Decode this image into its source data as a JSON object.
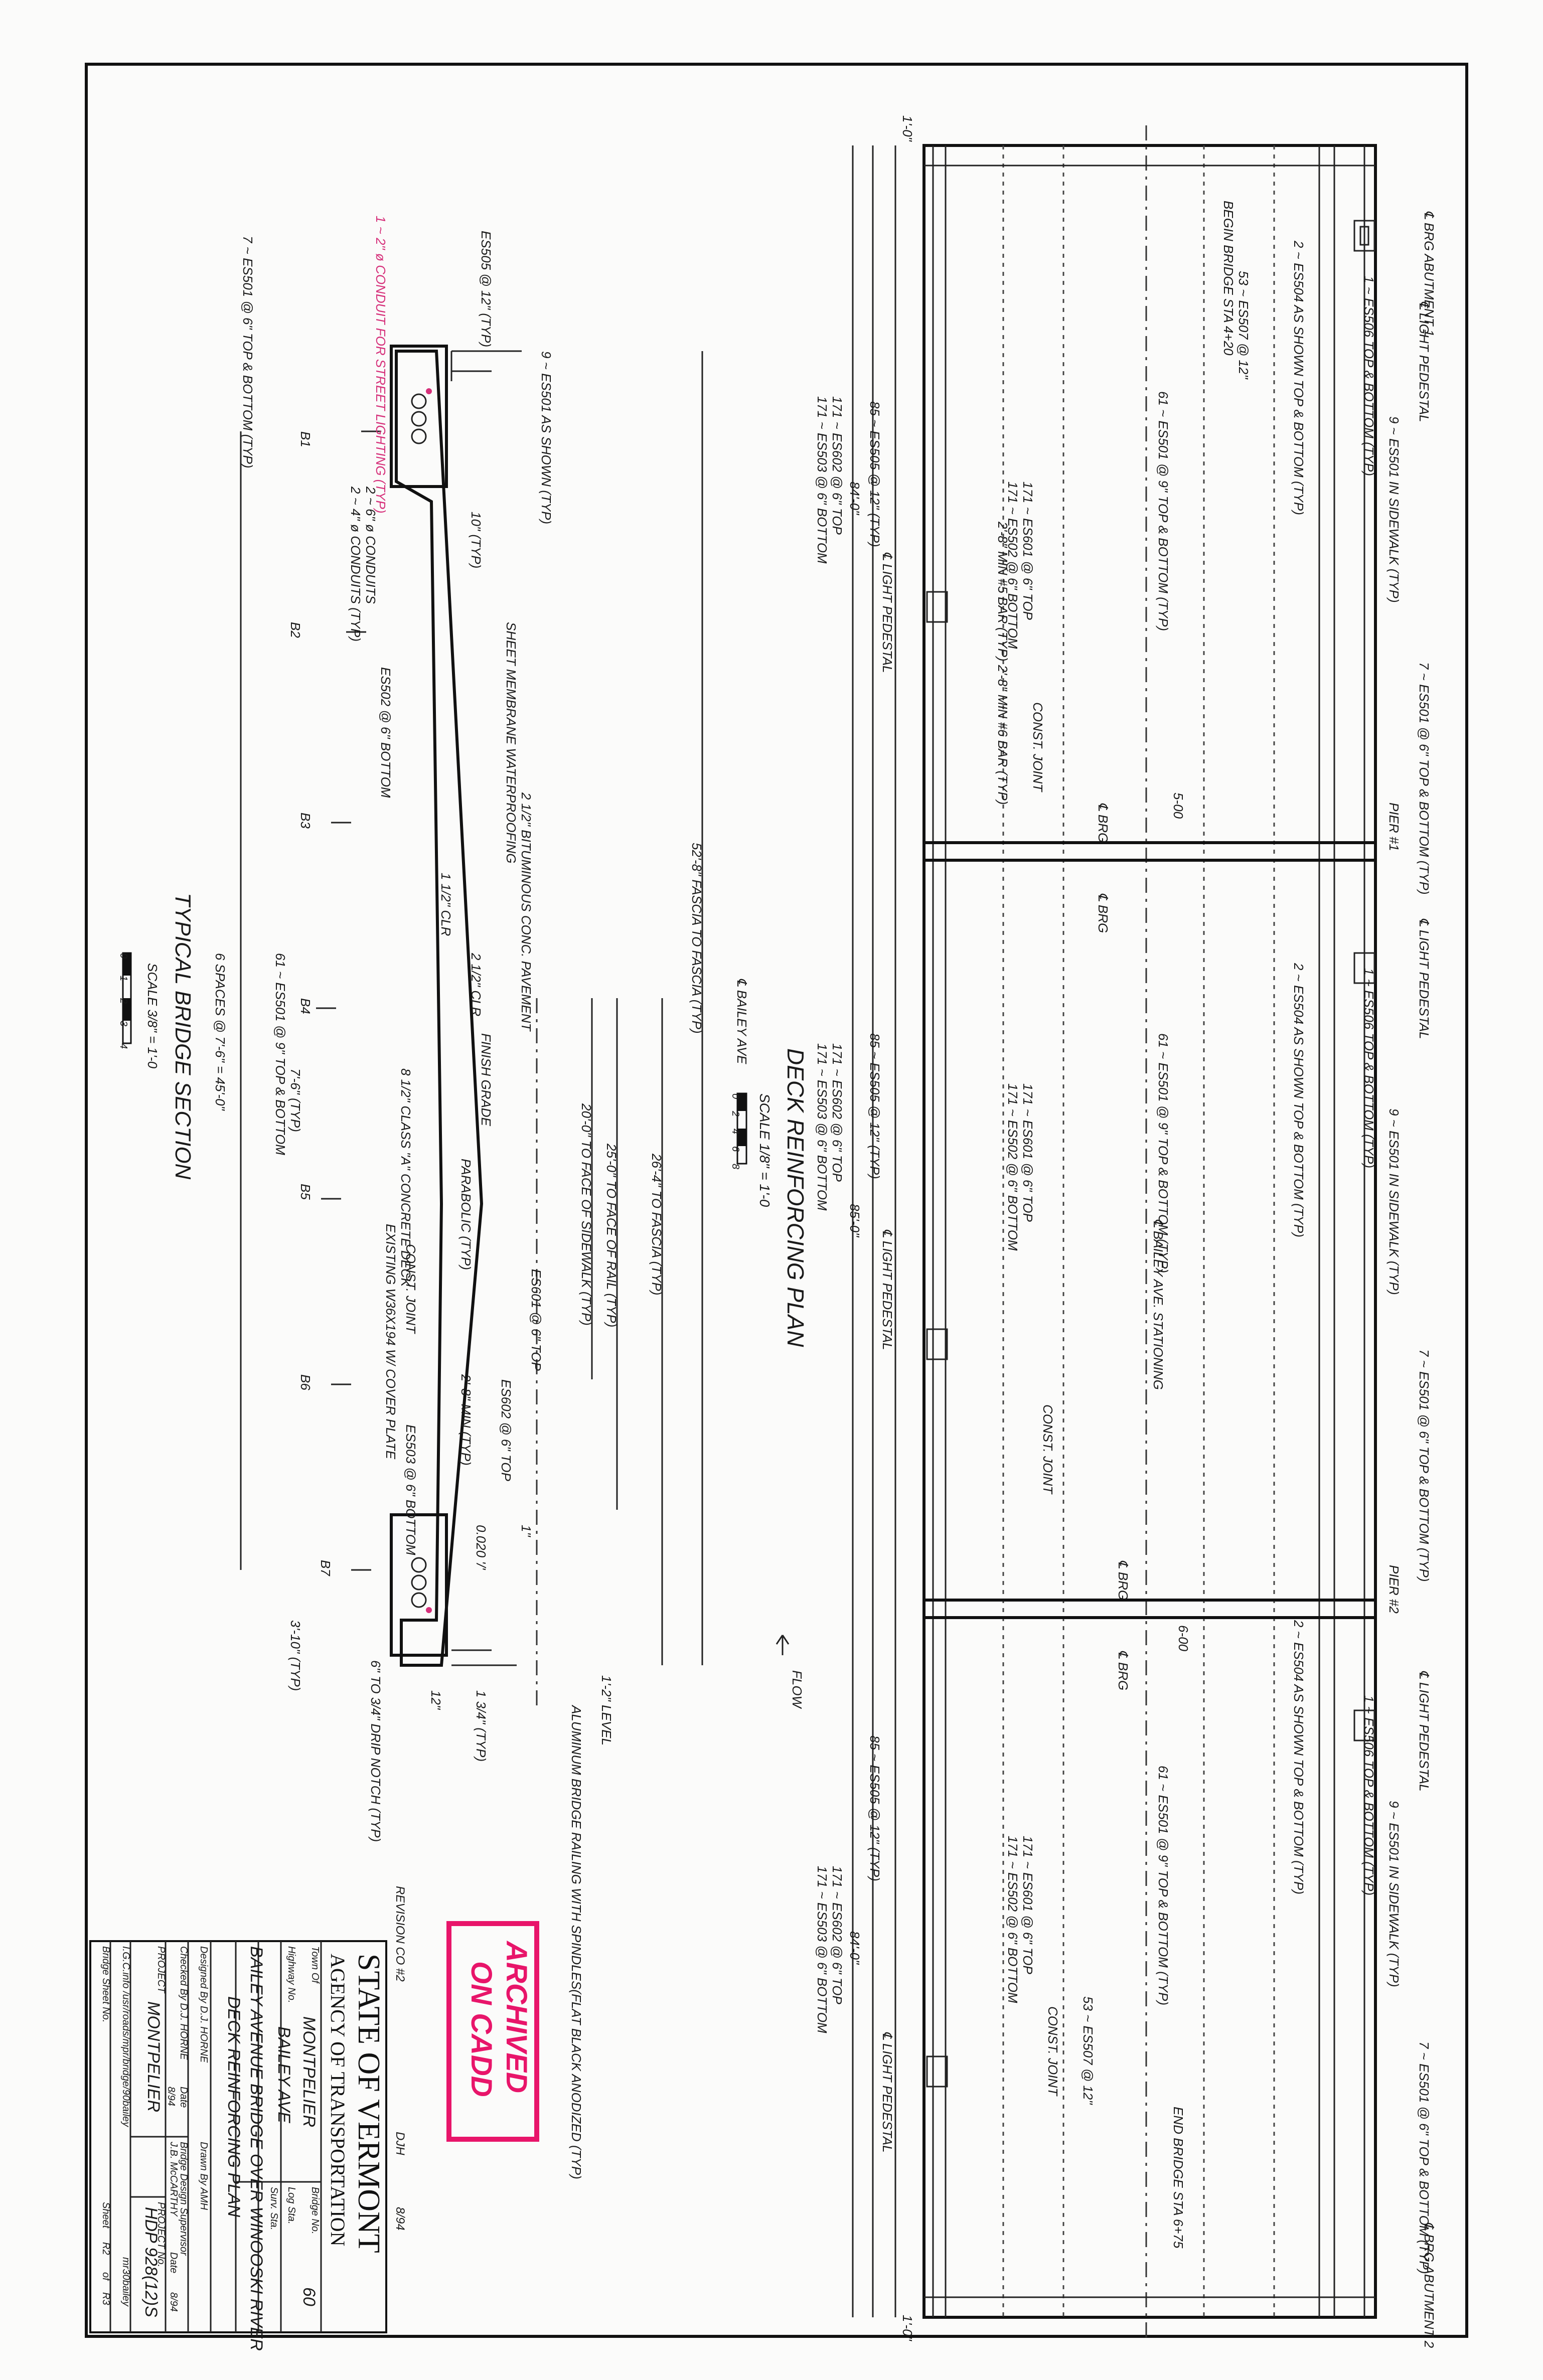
{
  "revision": {
    "label": "REVISION CO #2",
    "initials": "DJH",
    "date": "8/94"
  },
  "stamp": {
    "line1": "ARCHIVED",
    "line2": "ON CADD"
  },
  "title_block": {
    "agency_line1": "STATE OF VERMONT",
    "agency_line2": "AGENCY OF TRANSPORTATION",
    "town_label": "Town Of",
    "town_value": "MONTPELIER",
    "bridge_no_label": "Bridge No.",
    "bridge_no_value": "60",
    "highway_label": "Highway No.",
    "highway_value": "BAILEY AVE",
    "log_sta_label": "Log Sta.",
    "surv_sta_label": "Surv. Sta.",
    "project_title": "BAILEY AVENUE BRIDGE OVER WINOOSKI RIVER",
    "sheet_title": "DECK REINFORCING PLAN",
    "designed_by": "Designed By  D.J. HORNE",
    "drawn_by": "Drawn By  AMH",
    "checked_by": "Checked By  D.J. HORNE",
    "checked_date_label": "Date",
    "checked_date": "8/94",
    "supervisor_label": "Bridge Design Supervisor",
    "supervisor_name": "J.B. McCARTHY",
    "supervisor_date_label": "Date",
    "supervisor_date": "8/94",
    "project_label": "PROJECT",
    "project_name": "MONTPELIER",
    "project_no_label": "PROJECT No.",
    "project_no": "HDP 928(12)S",
    "file_ref": "I.G.C.info /usr/roads/mpr/bridge/90bailey",
    "file_tag": "mr30bailey",
    "bridge_sheet_label": "Bridge Sheet No.",
    "sheet_label": "Sheet",
    "sheet_no": "R2",
    "sheet_of_label": "of",
    "sheet_total": "R3"
  },
  "plan": {
    "title": "DECK REINFORCING PLAN",
    "scale": "SCALE 1/8\" = 1'-0",
    "scale_ticks": [
      "0",
      "2",
      "4",
      "6",
      "8"
    ],
    "flow": "FLOW",
    "baseline": "℄ BAILEY AVE. STATIONING",
    "labels": {
      "brg_abut1": "℄ BRG ABUTMENT 1",
      "brg_abut2": "℄ BRG ABUTMENT 2",
      "begin_bridge": "BEGIN BRIDGE STA 4+20",
      "end_bridge": "END BRIDGE STA 6+75",
      "pier1": "PIER #1",
      "pier2": "PIER #2",
      "light_pedestal": "℄ LIGHT PEDESTAL",
      "es506": "1 ~ ES506 TOP & BOTTOM (TYP)",
      "es504": "2 ~ ES504 AS SHOWN TOP & BOTTOM (TYP)",
      "es507": "53 ~ ES507 @ 12\"",
      "es501_9": "61 ~ ES501 @ 9\" TOP & BOTTOM (TYP)",
      "es501_sidewalk": "9 ~ ES501 IN SIDEWALK (TYP)",
      "es501_6": "7 ~ ES501 @ 6\" TOP & BOTTOM (TYP)",
      "es601": "171 ~ ES601 @ 6\" TOP",
      "es502": "171 ~ ES502 @ 6\" BOTTOM",
      "es505": "85 ~ ES505 @ 12\" (TYP)",
      "len_84": "84'-0\"",
      "len_85": "85'-0\"",
      "es602": "171 ~ ES602 @ 6\" TOP",
      "es503": "171 ~ ES503 @ 6\" BOTTOM",
      "const_joint": "CONST. JOINT",
      "bar_min": "2'-8\" MIN #5 BAR (TYP) 2'-8\" MIN #6 BAR (TYP)",
      "brg": "℄ BRG",
      "gap_500": "5-00",
      "gap_600": "6-00",
      "end_1_0": "1'-0\""
    }
  },
  "section": {
    "title": "TYPICAL BRIDGE SECTION",
    "scale": "SCALE 3/8\" = 1'-0",
    "scale_ticks": [
      "0",
      "1",
      "2",
      "3",
      "4"
    ],
    "labels": {
      "bailey_ave": "℄ BAILEY AVE",
      "fascia": "52'-8\" FASCIA TO FASCIA (TYP)",
      "to_fascia": "26'-4\" TO FASCIA (TYP)",
      "to_rail": "25'-0\" TO FACE OF RAIL (TYP)",
      "to_sidewalk": "20'-0\" TO FACE OF SIDEWALK (TYP)",
      "conduit_street": "1 ~ 2\" ø CONDUIT FOR STREET LIGHTING (TYP)",
      "es505": "ES505 @ 12\" (TYP)",
      "es501": "7 ~ ES501 @ 6\" TOP & BOTTOM (TYP)",
      "es5_01_shown": "9 ~ ES501 AS SHOWN (TYP)",
      "es602_top": "ES602 @ 6\" TOP",
      "es601_top": "ES601 @ 6\" TOP",
      "es502_bottom": "ES502 @ 6\" BOTTOM",
      "es503_bottom": "ES503 @ 6\" BOTTOM",
      "es501_9": "61 ~ ES501 @ 9\" TOP & BOTTOM",
      "conduits_6": "2 ~ 6\" ø CONDUITS",
      "conduits_4": "2 ~ 4\" ø CONDUITS (TYP)",
      "sheet_membrane": "SHEET MEMBRANE WATERPROOFING",
      "bituminous": "2 1/2\" BITUMINOUS CONC. PAVEMENT",
      "clr_1_5": "1 1/2\" CLR",
      "clr_2_5": "2 1/2\" CLR",
      "finish_grade": "FINISH GRADE",
      "parabolic": "PARABOLIC (TYP)",
      "class_a": "8 1/2\" CLASS \"A\" CONCRETE DECK",
      "existing_beam": "EXISTING W36X194 W/ COVER PLATE",
      "const_joint": "CONST. JOINT",
      "min_2_8": "2'-8\" MIN (TYP)",
      "spaces": "6 SPACES @ 7'-6\" = 45'-0\"",
      "spacing_7_6": "7'-6\" (TYP)",
      "dim_3_10": "3'-10\" (TYP)",
      "dim_10": "10\" (TYP)",
      "slope_0020": "0.020 '/'",
      "dim_1": "1\"",
      "dim_1_2": "1'-2\" LEVEL",
      "dim_12": "12\"",
      "dim_1_75": "1 3/4\" (TYP)",
      "railing": "ALUMINUM BRIDGE RAILING WITH SPINDLES(FLAT BLACK ANODIZED (TYP)",
      "drip": "6\" TO 3/4\" DRIP NOTCH (TYP)",
      "beams": [
        "B1",
        "B2",
        "B3",
        "B4",
        "B5",
        "B6",
        "B7"
      ]
    }
  }
}
